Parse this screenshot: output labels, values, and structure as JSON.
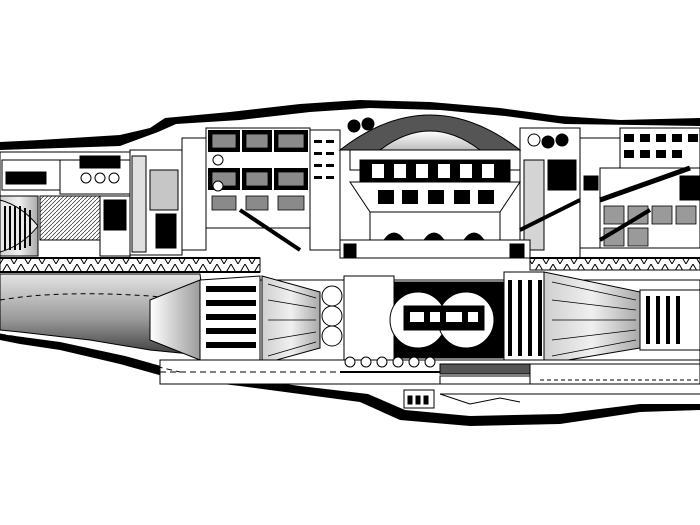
{
  "canvas": {
    "background": "#ffffff"
  },
  "palette": {
    "ink": "#000000",
    "dark": "#2b2b2b",
    "mid": "#777777",
    "light": "#b9b9b9",
    "paper": "#ffffff",
    "haze_top": "#d8d8d8",
    "haze_bottom": "#4a4a4a"
  },
  "sections": [
    {
      "name": "hull-outline"
    },
    {
      "name": "upper-deck-buildings"
    },
    {
      "name": "central-dome-structure"
    },
    {
      "name": "truss-bridge"
    },
    {
      "name": "engine-nacelle"
    },
    {
      "name": "lower-transit-deck"
    }
  ]
}
